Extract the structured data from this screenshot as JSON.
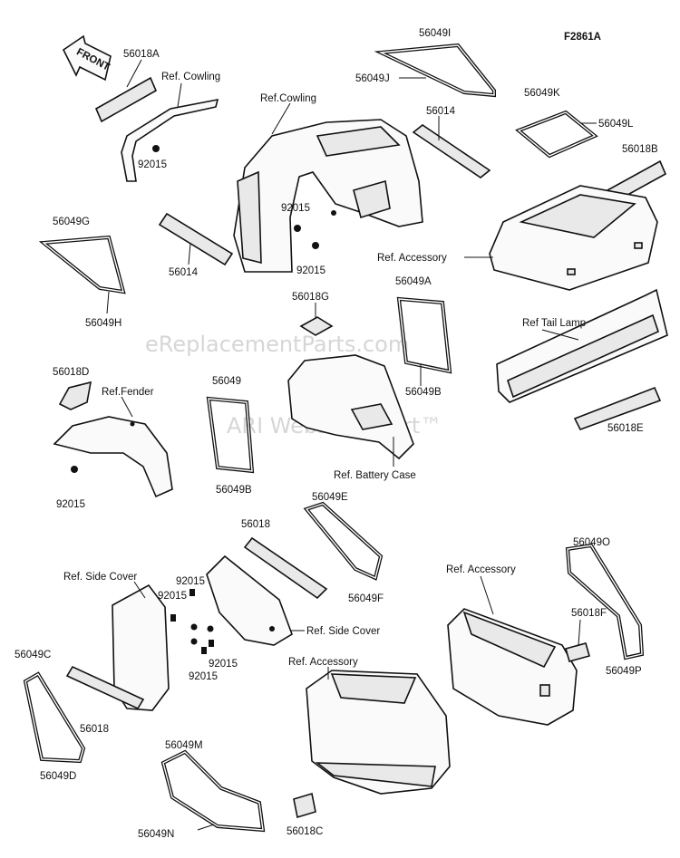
{
  "figure_code": "F2861A",
  "front_arrow": "FRONT",
  "watermarks": [
    "eReplacementParts.com",
    "ARI Websitesmart™"
  ],
  "labels": {
    "l_56018A": "56018A",
    "l_ref_cowling_1": "Ref. Cowling",
    "l_92015_a": "92015",
    "l_56049I": "56049I",
    "l_56049J": "56049J",
    "l_ref_cowling_2": "Ref.Cowling",
    "l_56014_a": "56014",
    "l_56049K": "56049K",
    "l_56049L": "56049L",
    "l_56018B": "56018B",
    "l_56049G": "56049G",
    "l_92015_b": "92015",
    "l_92015_c": "92015",
    "l_56014_b": "56014",
    "l_ref_accessory_1": "Ref. Accessory",
    "l_56049H": "56049H",
    "l_56018G": "56018G",
    "l_56049A": "56049A",
    "l_ref_tail_lamp": "Ref  Tail Lamp",
    "l_56018D": "56018D",
    "l_ref_fender": "Ref.Fender",
    "l_56049": "56049",
    "l_56049B_a": "56049B",
    "l_56049B_b": "56049B",
    "l_56018E": "56018E",
    "l_ref_battery_case": "Ref. Battery Case",
    "l_92015_d": "92015",
    "l_56049E": "56049E",
    "l_56018_a": "56018",
    "l_56049O": "56049O",
    "l_ref_side_cover_1": "Ref. Side Cover",
    "l_92015_e": "92015",
    "l_92015_f": "92015",
    "l_ref_accessory_2": "Ref. Accessory",
    "l_56018F": "56018F",
    "l_56049F": "56049F",
    "l_ref_side_cover_2": "Ref. Side Cover",
    "l_56049C": "56049C",
    "l_ref_accessory_3": "Ref. Accessory",
    "l_56049P": "56049P",
    "l_92015_g": "92015",
    "l_92015_h": "92015",
    "l_56018_b": "56018",
    "l_56049D": "56049D",
    "l_56049M": "56049M",
    "l_56049N": "56049N",
    "l_56018C": "56018C"
  }
}
